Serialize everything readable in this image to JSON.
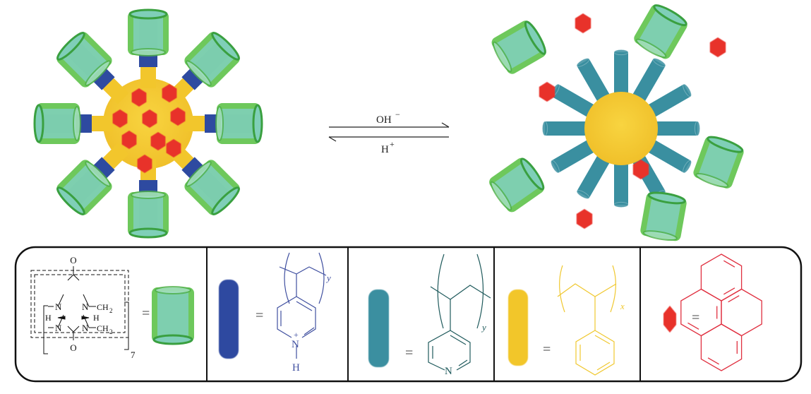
{
  "colors": {
    "core": "#f2c62c",
    "protonated_arm": "#2e4aa0",
    "neutral_arm": "#3a8fa0",
    "host_green": "#5ec24a",
    "host_inner": "#7fcfb8",
    "drug": "#e8302a",
    "pyridinium_structure": "#4050a0",
    "pyridine_structure": "#1f5a5c",
    "styrene_structure": "#f0c830",
    "pyrene_structure": "#e03040"
  },
  "reaction": {
    "forward_label": "OH",
    "forward_sup": "−",
    "reverse_label": "H",
    "reverse_sup": "+"
  },
  "legend": {
    "equals": "=",
    "cb7": {
      "o_top": "O",
      "o_bottom": "O",
      "n1": "N",
      "n2": "N",
      "n3": "N",
      "n4": "N",
      "ch2_top": "CH",
      "ch2_bottom": "CH",
      "sub2": "2",
      "h_left": "H",
      "h_right": "H",
      "repeat": "7"
    },
    "p4vp_h": {
      "n": "N",
      "plus": "+",
      "h": "H",
      "repeat": "y"
    },
    "p4vp": {
      "n": "N",
      "repeat": "y"
    },
    "ps": {
      "repeat": "x"
    }
  }
}
